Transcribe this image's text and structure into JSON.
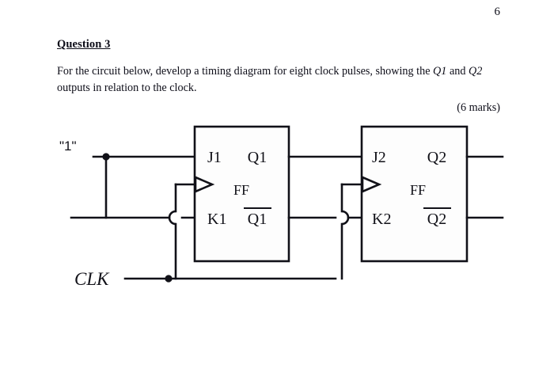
{
  "page": {
    "number": "6"
  },
  "question": {
    "heading": "Question 3",
    "body_part1": "For the circuit below, develop a timing diagram for eight clock pulses, showing the ",
    "body_var1": "Q1",
    "body_part2": " and ",
    "body_var2": "Q2",
    "body_part3": " outputs in relation to the clock.",
    "marks": "(6 marks)"
  },
  "circuit": {
    "logic_high_label": "\"1\"",
    "clock_label": "CLK",
    "flipflops": [
      {
        "title": "FF",
        "j_label": "J1",
        "k_label": "K1",
        "q_label": "Q1",
        "qbar_label": "Q1"
      },
      {
        "title": "FF",
        "j_label": "J2",
        "k_label": "K2",
        "q_label": "Q2",
        "qbar_label": "Q2"
      }
    ],
    "colors": {
      "wire": "#111118",
      "box_fill": "#fdfdfd",
      "text": "#111118",
      "background": "#ffffff"
    }
  }
}
